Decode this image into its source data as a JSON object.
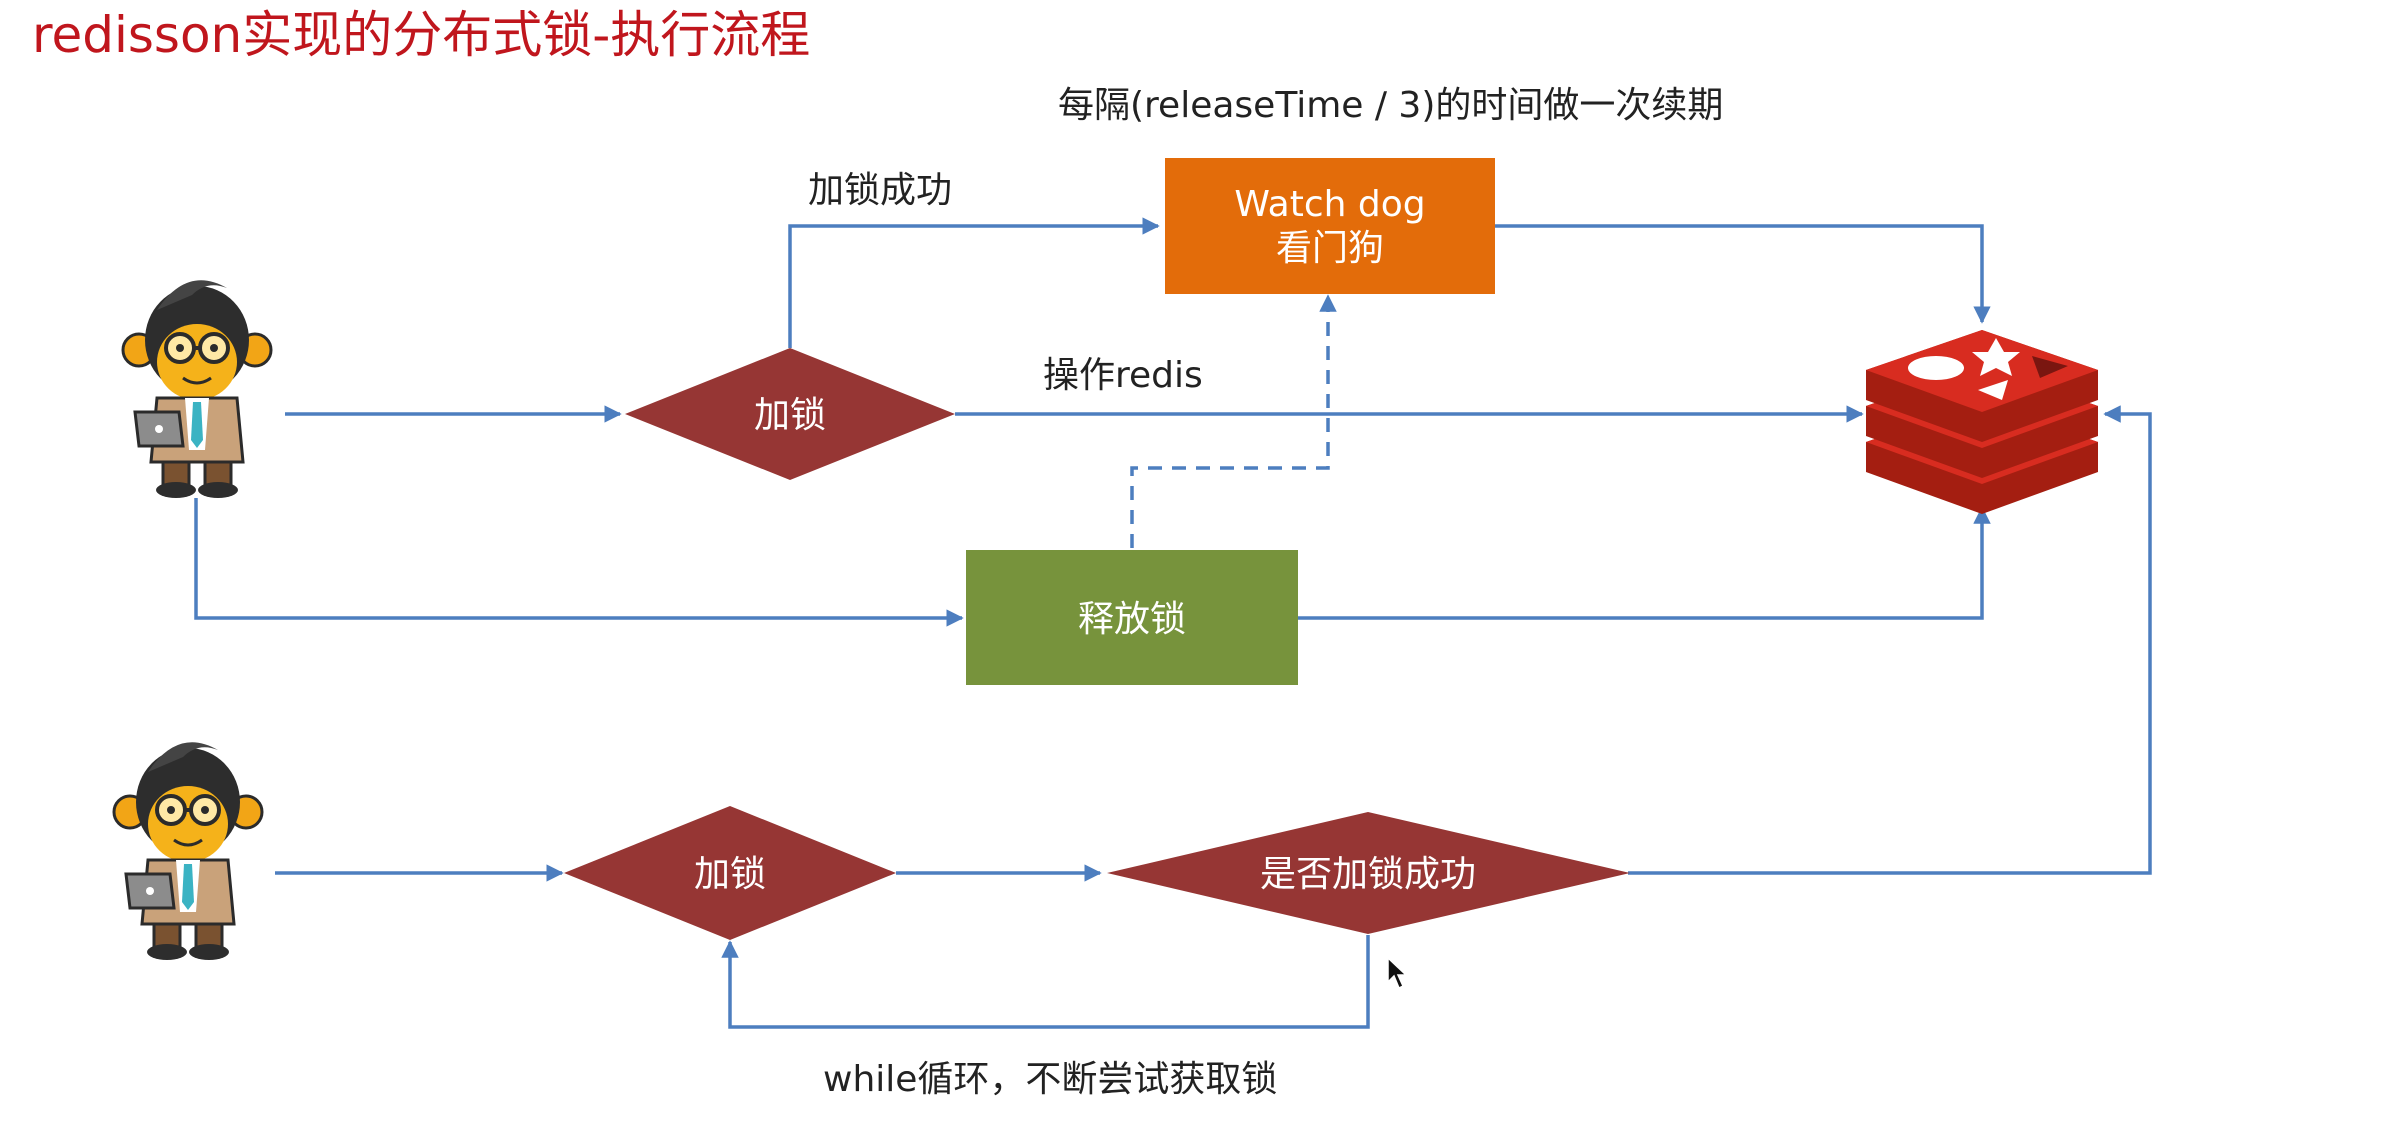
{
  "title": "redisson实现的分布式锁-执行流程",
  "colors": {
    "title": "#c0161d",
    "arrow": "#4d7ebf",
    "diamond": "#963634",
    "watchdog": "#e36c0a",
    "release": "#77933c",
    "redis": "#d82c20",
    "label_text": "#222222"
  },
  "nodes": {
    "lock_top": "加锁",
    "watch_dog_line1": "Watch dog",
    "watch_dog_line2": "看门狗",
    "release_lock": "释放锁",
    "lock_bottom": "加锁",
    "is_lock_success": "是否加锁成功"
  },
  "edge_labels": {
    "renew_interval": "每隔(releaseTime / 3)的时间做一次续期",
    "lock_success": "加锁成功",
    "operate_redis": "操作redis",
    "while_loop": "while循环，不断尝试获取锁"
  },
  "icons": {
    "actor": "programmer-monkey-icon",
    "redis": "redis-logo-icon",
    "cursor": "mouse-cursor-icon"
  }
}
